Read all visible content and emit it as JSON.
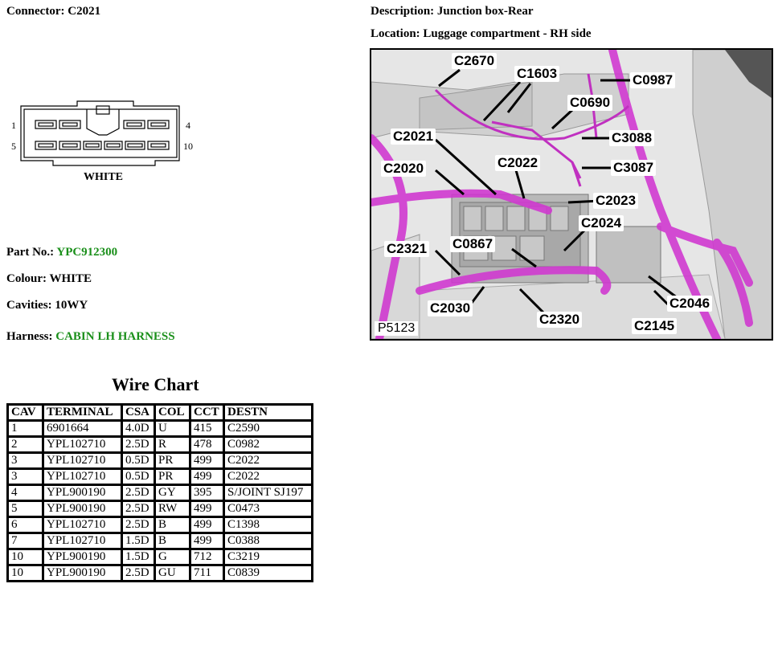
{
  "connector": {
    "label": "Connector:",
    "value": "C2021"
  },
  "description": {
    "label": "Description:",
    "value": "Junction box-Rear"
  },
  "location": {
    "label": "Location:",
    "value": "Luggage compartment - RH side"
  },
  "diagram": {
    "pin_labels": {
      "p1": "1",
      "p4": "4",
      "p5": "5",
      "p10": "10"
    },
    "colour_text": "WHITE"
  },
  "part_no": {
    "label": "Part No.:",
    "value": "YPC912300"
  },
  "colour": {
    "label": "Colour:",
    "value": "WHITE"
  },
  "cavities": {
    "label": "Cavities:",
    "value": "10WY"
  },
  "harness": {
    "label": "Harness:",
    "value": "CABIN LH HARNESS"
  },
  "wire_chart": {
    "title": "Wire Chart",
    "headers": [
      "CAV",
      "TERMINAL",
      "CSA",
      "COL",
      "CCT",
      "DESTN"
    ],
    "rows": [
      [
        "1",
        "6901664",
        "4.0D",
        "U",
        "415",
        "C2590"
      ],
      [
        "2",
        "YPL102710",
        "2.5D",
        "R",
        "478",
        "C0982"
      ],
      [
        "3",
        "YPL102710",
        "0.5D",
        "PR",
        "499",
        "C2022"
      ],
      [
        "3",
        "YPL102710",
        "0.5D",
        "PR",
        "499",
        "C2022"
      ],
      [
        "4",
        "YPL900190",
        "2.5D",
        "GY",
        "395",
        "S/JOINT SJ197"
      ],
      [
        "5",
        "YPL900190",
        "2.5D",
        "RW",
        "499",
        "C0473"
      ],
      [
        "6",
        "YPL102710",
        "2.5D",
        "B",
        "499",
        "C1398"
      ],
      [
        "7",
        "YPL102710",
        "1.5D",
        "B",
        "499",
        "C0388"
      ],
      [
        "10",
        "YPL900190",
        "1.5D",
        "G",
        "712",
        "C3219"
      ],
      [
        "10",
        "YPL900190",
        "2.5D",
        "GU",
        "711",
        "C0839"
      ]
    ]
  },
  "photo": {
    "plate": "P5123",
    "callouts": {
      "c2670": "C2670",
      "c1603": "C1603",
      "c0987": "C0987",
      "c0690": "C0690",
      "c3088": "C3088",
      "c2021": "C2021",
      "c3087": "C3087",
      "c2020": "C2020",
      "c2022": "C2022",
      "c2023": "C2023",
      "c2024": "C2024",
      "c0867": "C0867",
      "c2321": "C2321",
      "c2030": "C2030",
      "c2320": "C2320",
      "c2046": "C2046",
      "c2145": "C2145"
    }
  },
  "colors": {
    "accent_green": "#1a8f1a",
    "harness_magenta": "#d03ad0"
  }
}
